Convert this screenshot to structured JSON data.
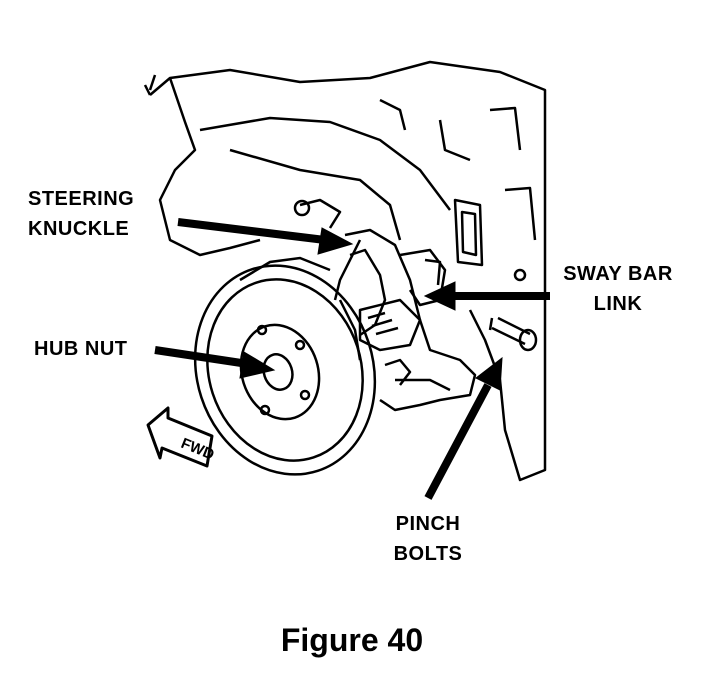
{
  "labels": {
    "steering_knuckle": [
      "STEERING",
      "KNUCKLE"
    ],
    "hub_nut": "HUB NUT",
    "sway_bar_link": [
      "SWAY BAR",
      "LINK"
    ],
    "pinch_bolts": [
      "PINCH",
      "BOLTS"
    ],
    "fwd": "FWD"
  },
  "caption": "Figure 40",
  "colors": {
    "ink": "#000000",
    "paper": "#ffffff"
  }
}
